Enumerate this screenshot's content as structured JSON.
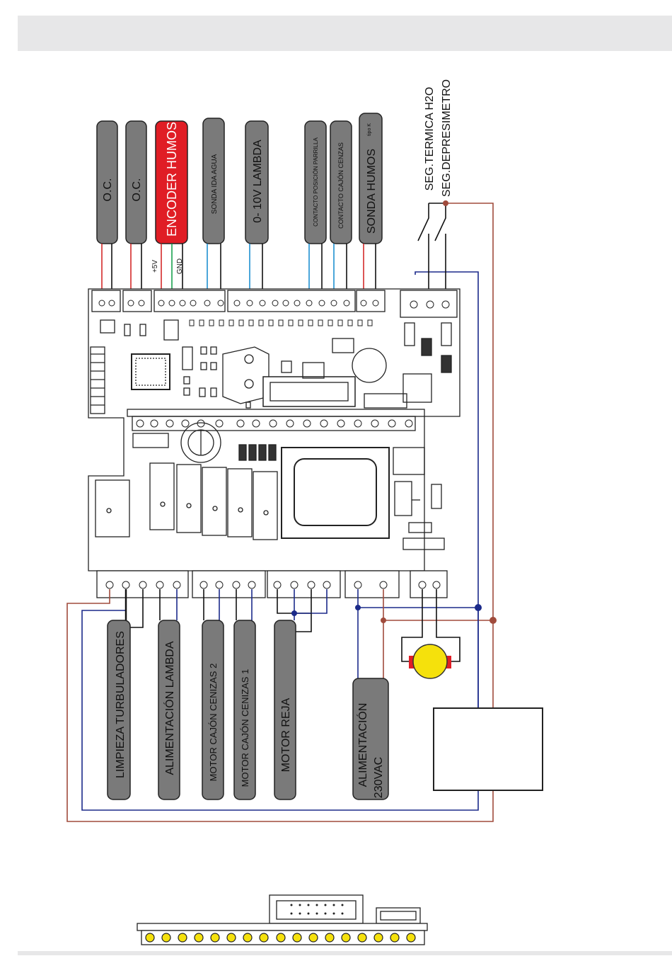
{
  "header": {
    "band": ""
  },
  "top_labels": {
    "oc_1": "O.C.",
    "oc_2": "O.C.",
    "encoder": "ENCODER HUMOS",
    "sonda_ida": "SONDA IDA AGUA",
    "lambda": "0- 10V LAMBDA",
    "contacto_parrilla": "CONTACTO POSICIÓN PARRILLA",
    "contacto_cajon": "CONTACTO CAJÓN CENZAS",
    "sonda_humos": "SONDA HUMOS",
    "tipo_k": "tipo K",
    "seg_h2o": "SEG.TERMICA H2O",
    "seg_depresimetro": "SEG.DEPRESIMETRO",
    "plus5v": "+5V",
    "gnd": "GND"
  },
  "bottom_labels": {
    "turbuladores": "LIMPIEZA TURBULADORES",
    "alim_lambda": "ALIMENTACIÓN LAMBDA",
    "cajon2": "MOTOR CAJÓN CENIZAS 2",
    "cajon1": "MOTOR CAJÓN CENIZAS  1",
    "reja": "MOTOR REJA",
    "alimentacion_1": "ALIMENTACIÓN",
    "alimentacion_2": "230VAC"
  },
  "colors": {
    "label_gray": "#7a7a7a",
    "label_red": "#e01d25",
    "wire_red": "#d42a2a",
    "wire_green": "#1aa14f",
    "wire_blue": "#1e8fd0",
    "wire_navy": "#1b2a8a",
    "wire_brown": "#a04b3c",
    "terminal_yellow": "#f5e10c",
    "band": "#e7e7e8"
  }
}
